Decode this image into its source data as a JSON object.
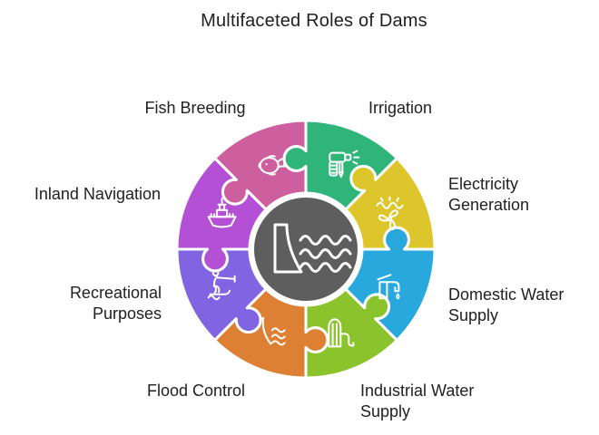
{
  "title": "Multifaceted Roles of Dams",
  "colors": {
    "background": "#ffffff",
    "text": "#212121",
    "piece_stroke": "#ffffff",
    "hub_fill": "#5e5e5e",
    "icon_stroke": "#ffffff"
  },
  "center": {
    "icon": "dam-icon"
  },
  "segments": [
    {
      "id": "irrigation",
      "label": "Irrigation",
      "color": "#2fb57a",
      "icon": "irrigation-sprayer-icon"
    },
    {
      "id": "fish-breeding",
      "label": "Fish Breeding",
      "color": "#ce5f9e",
      "icon": "fish-icon"
    },
    {
      "id": "inland-navigation",
      "label": "Inland Navigation",
      "color": "#b350d6",
      "icon": "ship-icon"
    },
    {
      "id": "recreational-purposes",
      "label": "Recreational Purposes",
      "color": "#8064e2",
      "icon": "water-skier-icon"
    },
    {
      "id": "flood-control",
      "label": "Flood Control",
      "color": "#dd8033",
      "icon": "floodgate-icon"
    },
    {
      "id": "industrial-water-supply",
      "label": "Industrial Water Supply",
      "color": "#8bc32d",
      "icon": "industrial-tank-icon"
    },
    {
      "id": "domestic-water-supply",
      "label": "Domestic Water Supply",
      "color": "#29a8dd",
      "icon": "faucet-icon"
    },
    {
      "id": "electricity-generation",
      "label": "Electricity Generation",
      "color": "#ddc62c",
      "icon": "water-turbine-icon"
    }
  ]
}
